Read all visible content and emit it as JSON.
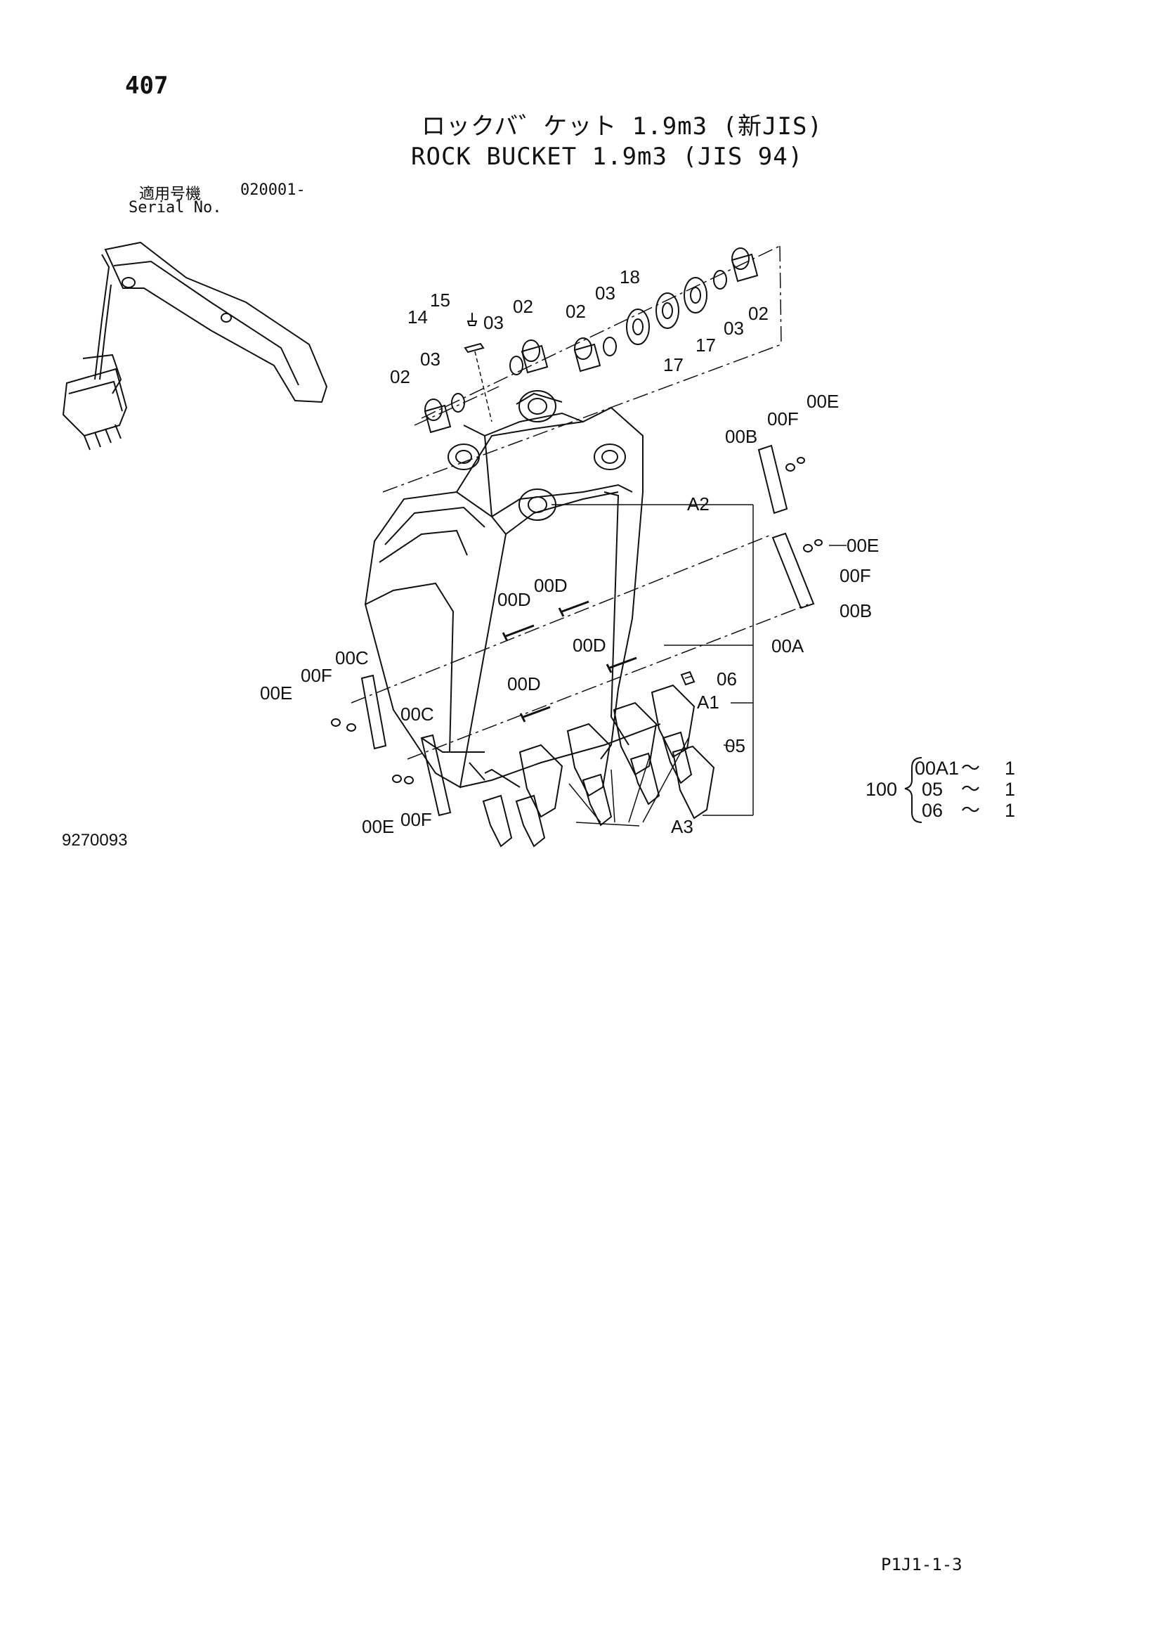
{
  "page_number": "407",
  "title_jp": "ロックバ゛ケット 1.9m3 (新JIS)",
  "title_en": "ROCK BUCKET 1.9m3 (JIS 94)",
  "serial": {
    "label_jp": "適用号機",
    "value": "020001-",
    "label_en": "Serial No."
  },
  "drawing_number": "9270093",
  "page_code": "P1J1-1-3",
  "callouts": {
    "c15": "15",
    "c14": "14",
    "c03a": "03",
    "c02a": "02",
    "c02b": "02",
    "c03b": "03",
    "c18": "18",
    "c03c": "03",
    "c02c": "02",
    "c02d": "02",
    "c03d": "03",
    "c17a": "17",
    "c17b": "17",
    "c00E1": "00E",
    "c00F1": "00F",
    "c00B1": "00B",
    "c00E2": "00E",
    "c00F2": "00F",
    "c00B2": "00B",
    "cA2": "A2",
    "c00A": "00A",
    "cA1": "A1",
    "cA3": "A3",
    "c00D1": "00D",
    "c00D2": "00D",
    "c00D3": "00D",
    "c00D4": "00D",
    "c06": "06",
    "c05": "05",
    "c00C1": "00C",
    "c00F3": "00F",
    "c00E3": "00E",
    "c00C2": "00C",
    "c00E4": "00E",
    "c00F4": "00F"
  },
  "kit": {
    "number": "100",
    "items": [
      {
        "part": "00A1",
        "sep": "〜",
        "qty": "1"
      },
      {
        "part": "05",
        "sep": "〜",
        "qty": "1"
      },
      {
        "part": "06",
        "sep": "〜",
        "qty": "1"
      }
    ]
  }
}
